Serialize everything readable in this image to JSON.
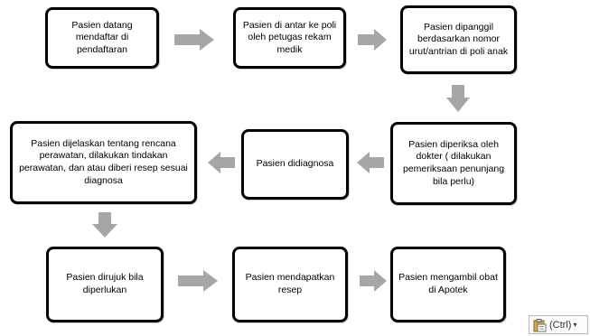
{
  "diagram": {
    "nodes": [
      {
        "id": "n1",
        "text": "Pasien datang mendaftar di pendaftaran"
      },
      {
        "id": "n2",
        "text": "Pasien di antar ke poli oleh petugas rekam medik"
      },
      {
        "id": "n3",
        "text": "Pasien dipanggil berdasarkan nomor urut/antrian di poli anak"
      },
      {
        "id": "n4",
        "text": "Pasien diperiksa oleh dokter ( dilakukan pemeriksaan penunjang bila perlu)"
      },
      {
        "id": "n5",
        "text": "Pasien didiagnosa"
      },
      {
        "id": "n6",
        "text": "Pasien dijelaskan tentang rencana perawatan, dilakukan tindakan perawatan, dan atau diberi resep sesuai diagnosa"
      },
      {
        "id": "n7",
        "text": "Pasien dirujuk bila diperlukan"
      },
      {
        "id": "n8",
        "text": "Pasien mendapatkan resep"
      },
      {
        "id": "n9",
        "text": "Pasien mengambil obat di Apotek"
      }
    ],
    "edges": [
      {
        "from": "n1",
        "to": "n2",
        "direction": "right"
      },
      {
        "from": "n2",
        "to": "n3",
        "direction": "right"
      },
      {
        "from": "n3",
        "to": "n4",
        "direction": "down"
      },
      {
        "from": "n4",
        "to": "n5",
        "direction": "left"
      },
      {
        "from": "n5",
        "to": "n6",
        "direction": "left"
      },
      {
        "from": "n6",
        "to": "n7",
        "direction": "down"
      },
      {
        "from": "n7",
        "to": "n8",
        "direction": "right"
      },
      {
        "from": "n8",
        "to": "n9",
        "direction": "right"
      }
    ],
    "colors": {
      "box_border": "#000000",
      "arrow_fill": "#a6a6a6"
    }
  },
  "paste_options": {
    "label": "(Ctrl)",
    "icon": "clipboard-icon",
    "dropdown_icon": "chevron-down-icon"
  }
}
